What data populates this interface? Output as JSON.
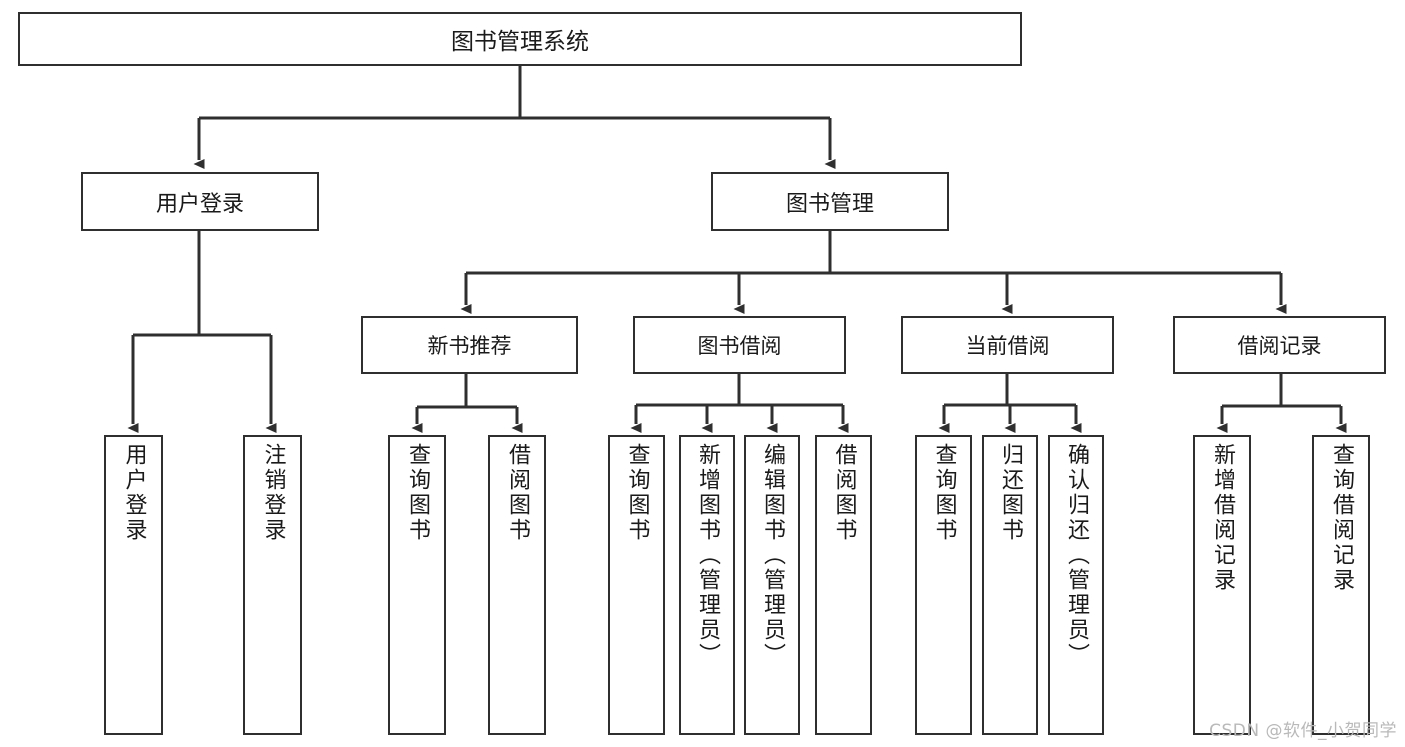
{
  "diagram": {
    "type": "hierarchy-tree",
    "title": "图书管理系统",
    "root": {
      "id": "root",
      "label": "图书管理系统"
    },
    "level2": [
      {
        "id": "user-login",
        "label": "用户登录"
      },
      {
        "id": "book-manage",
        "label": "图书管理"
      }
    ],
    "level3": [
      {
        "id": "new-book-recommend",
        "label": "新书推荐",
        "parent": "book-manage"
      },
      {
        "id": "book-borrow",
        "label": "图书借阅",
        "parent": "book-manage"
      },
      {
        "id": "current-borrow",
        "label": "当前借阅",
        "parent": "book-manage"
      },
      {
        "id": "borrow-record",
        "label": "借阅记录",
        "parent": "book-manage"
      }
    ],
    "leaves": [
      {
        "id": "leaf-user-login",
        "label": "用户登录",
        "parent": "user-login"
      },
      {
        "id": "leaf-logout",
        "label": "注销登录",
        "parent": "user-login"
      },
      {
        "id": "leaf-query-book-1",
        "label": "查询图书",
        "parent": "new-book-recommend"
      },
      {
        "id": "leaf-borrow-book-1",
        "label": "借阅图书",
        "parent": "new-book-recommend"
      },
      {
        "id": "leaf-query-book-2",
        "label": "查询图书",
        "parent": "book-borrow"
      },
      {
        "id": "leaf-add-book",
        "label": "新增图书（管理员）",
        "parent": "book-borrow"
      },
      {
        "id": "leaf-edit-book",
        "label": "编辑图书（管理员）",
        "parent": "book-borrow"
      },
      {
        "id": "leaf-borrow-book-2",
        "label": "借阅图书",
        "parent": "book-borrow"
      },
      {
        "id": "leaf-query-book-3",
        "label": "查询图书",
        "parent": "current-borrow"
      },
      {
        "id": "leaf-return-book",
        "label": "归还图书",
        "parent": "current-borrow"
      },
      {
        "id": "leaf-confirm-return",
        "label": "确认归还（管理员）",
        "parent": "current-borrow"
      },
      {
        "id": "leaf-add-record",
        "label": "新增借阅记录",
        "parent": "borrow-record"
      },
      {
        "id": "leaf-query-record",
        "label": "查询借阅记录",
        "parent": "borrow-record"
      }
    ]
  },
  "watermark": {
    "text": "CSDN @软件_小贺同学"
  },
  "colors": {
    "stroke": "#2f2f2f",
    "background": "#ffffff",
    "text": "#1a1a1a",
    "watermark": "#b9b9b9"
  }
}
